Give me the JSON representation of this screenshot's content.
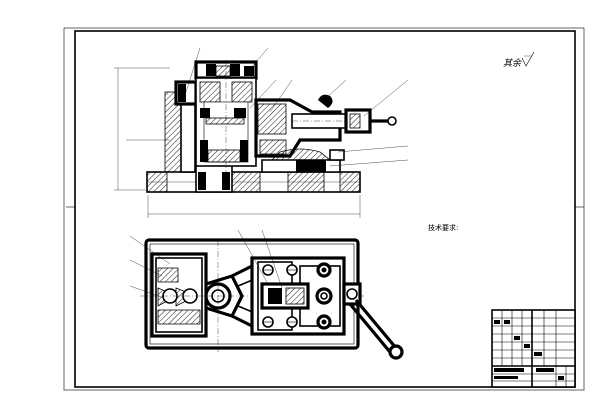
{
  "drawing": {
    "roughness_mark": "其余",
    "views": [
      "front-section-view",
      "top-view"
    ],
    "technical_requirements": {
      "title": "技术要求:",
      "items": []
    },
    "title_block": {
      "cells": []
    }
  }
}
